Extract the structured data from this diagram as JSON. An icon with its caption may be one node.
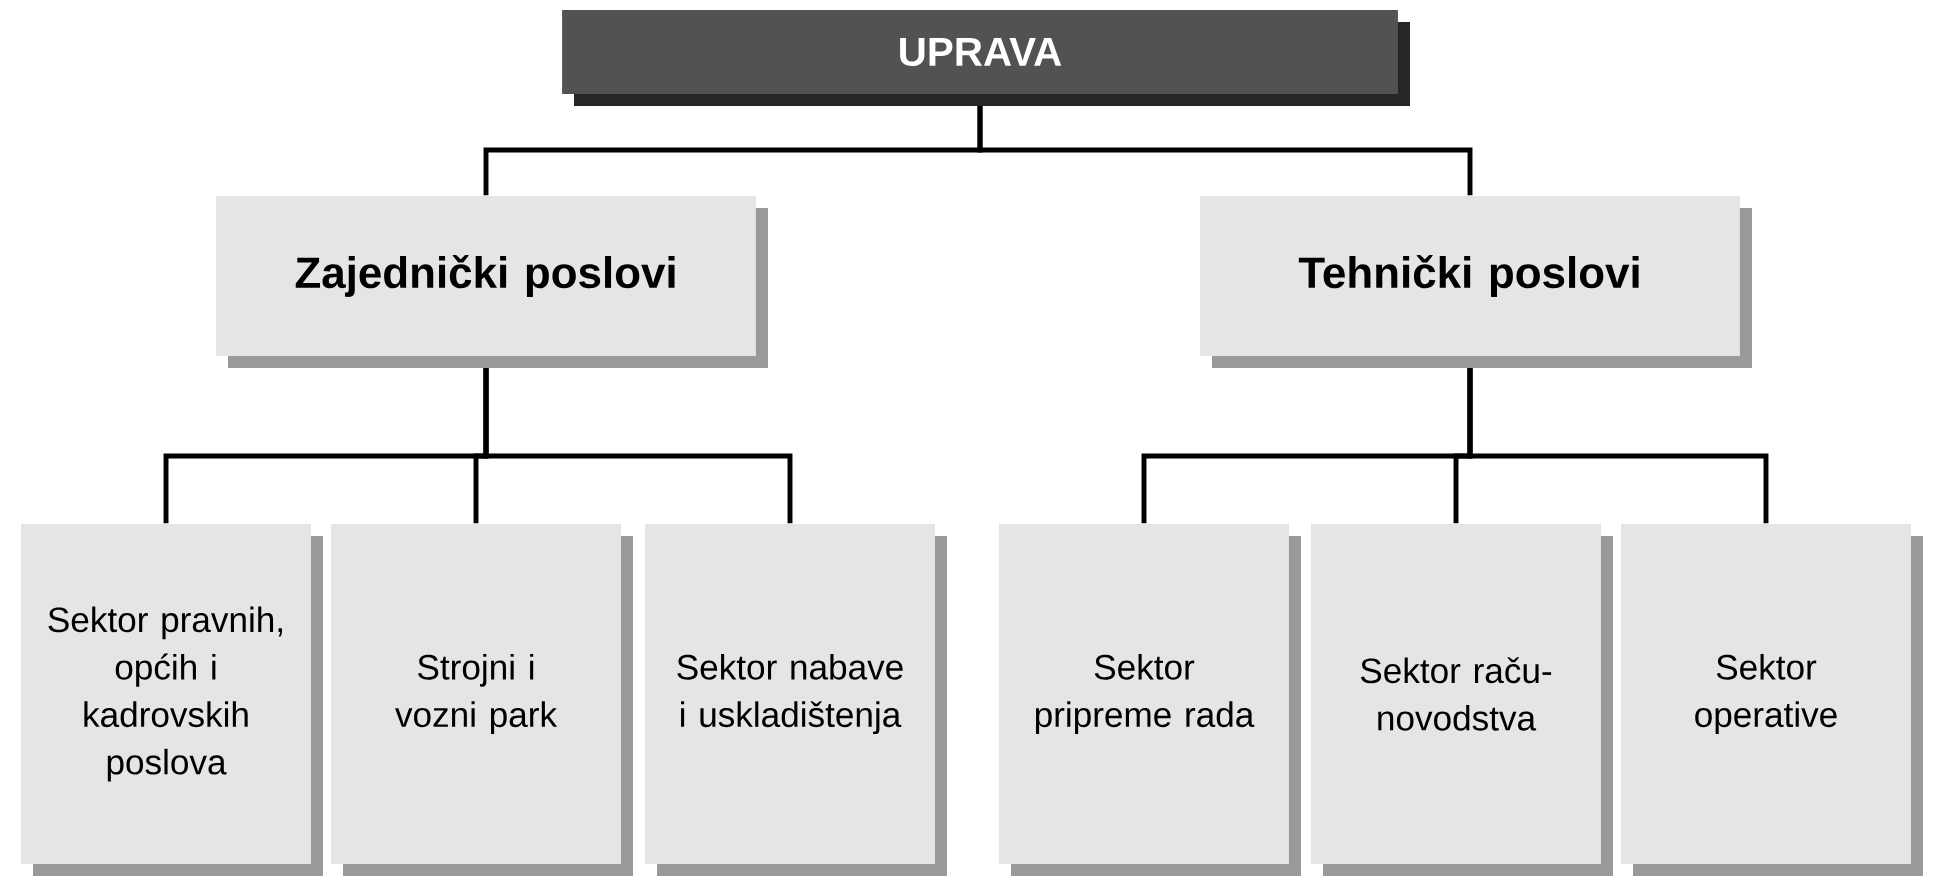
{
  "diagram": {
    "nodes": [
      {
        "text": [
          "UPRAVA"
        ]
      },
      {
        "text": [
          "Zajednički poslovi"
        ]
      },
      {
        "text": [
          "Tehnički poslovi"
        ]
      },
      {
        "text": [
          "Sektor pravnih, općih i kadrovskih poslova"
        ]
      },
      {
        "text": [
          "Strojni i vozni park"
        ]
      },
      {
        "text": [
          "Sektor nabave i uskladištenja"
        ]
      },
      {
        "text": [
          "Sektor pripreme rada"
        ]
      },
      {
        "text": [
          "Sektor raču- novodstva"
        ]
      },
      {
        "text": [
          "Sektor operative"
        ]
      }
    ],
    "edges": [
      {
        "from": 0,
        "to": 1,
        "arrow": "none"
      },
      {
        "from": 0,
        "to": 2,
        "arrow": "none"
      },
      {
        "from": 1,
        "to": 3,
        "arrow": "none"
      },
      {
        "from": 1,
        "to": 4,
        "arrow": "none"
      },
      {
        "from": 1,
        "to": 5,
        "arrow": "none"
      },
      {
        "from": 2,
        "to": 6,
        "arrow": "none"
      },
      {
        "from": 2,
        "to": 7,
        "arrow": "none"
      },
      {
        "from": 2,
        "to": 8,
        "arrow": "none"
      }
    ]
  }
}
